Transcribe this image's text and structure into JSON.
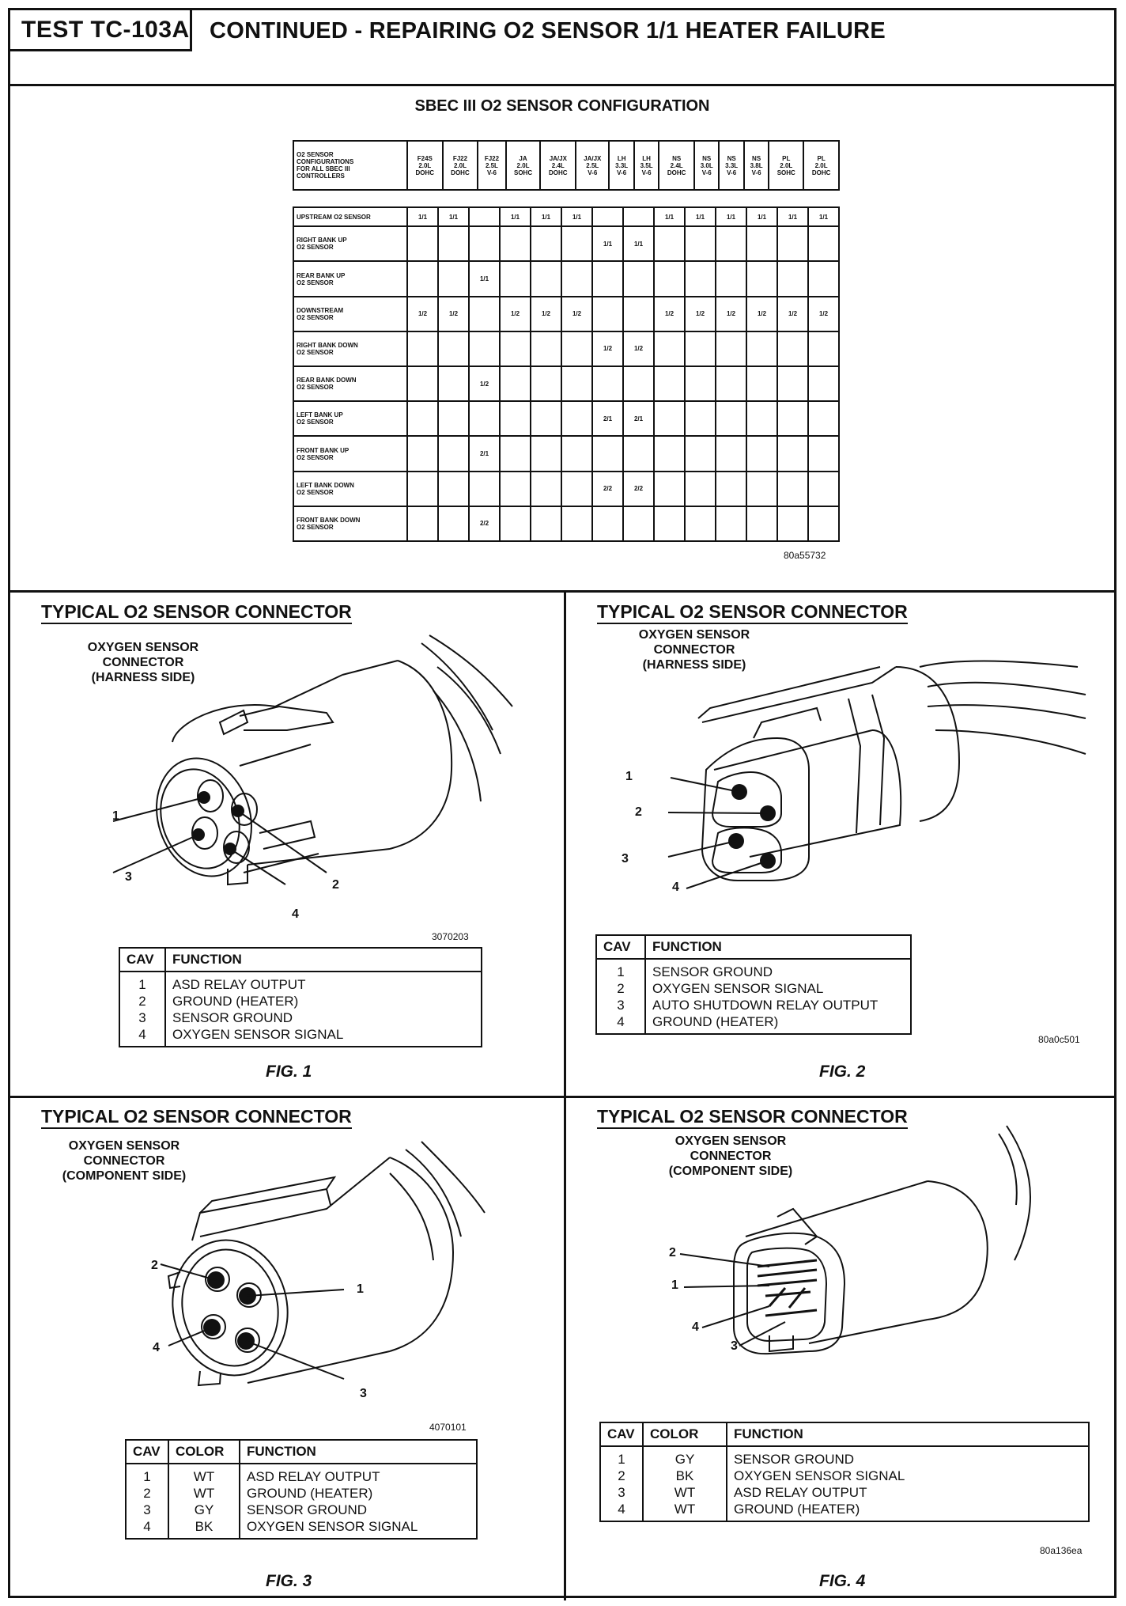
{
  "header": {
    "test_id": "TEST TC-103A",
    "title": "CONTINUED - REPAIRING O2 SENSOR 1/1 HEATER FAILURE"
  },
  "config": {
    "title": "SBEC III O2 SENSOR CONFIGURATION",
    "corner_label": [
      "O2 SENSOR",
      "CONFIGURATIONS",
      "FOR ALL SBEC III",
      "CONTROLLERS"
    ],
    "columns": [
      [
        "F24S",
        "2.0L",
        "DOHC"
      ],
      [
        "FJ22",
        "2.0L",
        "DOHC"
      ],
      [
        "FJ22",
        "2.5L",
        "V-6"
      ],
      [
        "JA",
        "2.0L",
        "SOHC"
      ],
      [
        "JA/JX",
        "2.4L",
        "DOHC"
      ],
      [
        "JA/JX",
        "2.5L",
        "V-6"
      ],
      [
        "LH",
        "3.3L",
        "V-6"
      ],
      [
        "LH",
        "3.5L",
        "V-6"
      ],
      [
        "NS",
        "2.4L",
        "DOHC"
      ],
      [
        "NS",
        "3.0L",
        "V-6"
      ],
      [
        "NS",
        "3.3L",
        "V-6"
      ],
      [
        "NS",
        "3.8L",
        "V-6"
      ],
      [
        "PL",
        "2.0L",
        "SOHC"
      ],
      [
        "PL",
        "2.0L",
        "DOHC"
      ]
    ],
    "rows": [
      {
        "label": [
          "UPSTREAM O2 SENSOR"
        ],
        "cells": [
          "1/1",
          "1/1",
          "",
          "1/1",
          "1/1",
          "1/1",
          "",
          "",
          "1/1",
          "1/1",
          "1/1",
          "1/1",
          "1/1",
          "1/1"
        ]
      },
      {
        "label": [
          "RIGHT BANK UP",
          "O2 SENSOR"
        ],
        "cells": [
          "",
          "",
          "",
          "",
          "",
          "",
          "1/1",
          "1/1",
          "",
          "",
          "",
          "",
          "",
          ""
        ]
      },
      {
        "label": [
          "REAR BANK UP",
          "O2 SENSOR"
        ],
        "cells": [
          "",
          "",
          "1/1",
          "",
          "",
          "",
          "",
          "",
          "",
          "",
          "",
          "",
          "",
          ""
        ]
      },
      {
        "label": [
          "DOWNSTREAM",
          "O2 SENSOR"
        ],
        "cells": [
          "1/2",
          "1/2",
          "",
          "1/2",
          "1/2",
          "1/2",
          "",
          "",
          "1/2",
          "1/2",
          "1/2",
          "1/2",
          "1/2",
          "1/2"
        ]
      },
      {
        "label": [
          "RIGHT BANK DOWN",
          "O2 SENSOR"
        ],
        "cells": [
          "",
          "",
          "",
          "",
          "",
          "",
          "1/2",
          "1/2",
          "",
          "",
          "",
          "",
          "",
          ""
        ]
      },
      {
        "label": [
          "REAR BANK DOWN",
          "O2 SENSOR"
        ],
        "cells": [
          "",
          "",
          "1/2",
          "",
          "",
          "",
          "",
          "",
          "",
          "",
          "",
          "",
          "",
          ""
        ]
      },
      {
        "label": [
          "LEFT BANK UP",
          "O2 SENSOR"
        ],
        "cells": [
          "",
          "",
          "",
          "",
          "",
          "",
          "2/1",
          "2/1",
          "",
          "",
          "",
          "",
          "",
          ""
        ]
      },
      {
        "label": [
          "FRONT BANK UP",
          "O2 SENSOR"
        ],
        "cells": [
          "",
          "",
          "2/1",
          "",
          "",
          "",
          "",
          "",
          "",
          "",
          "",
          "",
          "",
          ""
        ]
      },
      {
        "label": [
          "LEFT BANK DOWN",
          "O2 SENSOR"
        ],
        "cells": [
          "",
          "",
          "",
          "",
          "",
          "",
          "2/2",
          "2/2",
          "",
          "",
          "",
          "",
          "",
          ""
        ]
      },
      {
        "label": [
          "FRONT BANK DOWN",
          "O2 SENSOR"
        ],
        "cells": [
          "",
          "",
          "2/2",
          "",
          "",
          "",
          "",
          "",
          "",
          "",
          "",
          "",
          "",
          ""
        ]
      }
    ],
    "code": "80a55732"
  },
  "figures": [
    {
      "heading": "TYPICAL O2 SENSOR CONNECTOR",
      "callout": [
        "OXYGEN SENSOR",
        "CONNECTOR",
        "(HARNESS SIDE)"
      ],
      "code": "3070203",
      "caption": "FIG. 1",
      "headers": [
        "CAV",
        "FUNCTION"
      ],
      "rows": [
        [
          "1",
          "ASD RELAY OUTPUT"
        ],
        [
          "2",
          "GROUND (HEATER)"
        ],
        [
          "3",
          "SENSOR GROUND"
        ],
        [
          "4",
          "OXYGEN SENSOR SIGNAL"
        ]
      ],
      "pins": [
        "1",
        "2",
        "3",
        "4"
      ]
    },
    {
      "heading": "TYPICAL O2 SENSOR CONNECTOR",
      "callout": [
        "OXYGEN SENSOR",
        "CONNECTOR",
        "(HARNESS SIDE)"
      ],
      "code": "80a0c501",
      "caption": "FIG. 2",
      "headers": [
        "CAV",
        "FUNCTION"
      ],
      "rows": [
        [
          "1",
          "SENSOR GROUND"
        ],
        [
          "2",
          "OXYGEN SENSOR SIGNAL"
        ],
        [
          "3",
          "AUTO SHUTDOWN RELAY OUTPUT"
        ],
        [
          "4",
          "GROUND (HEATER)"
        ]
      ],
      "pins": [
        "1",
        "2",
        "3",
        "4"
      ]
    },
    {
      "heading": "TYPICAL O2 SENSOR CONNECTOR",
      "callout": [
        "OXYGEN SENSOR",
        "CONNECTOR",
        "(COMPONENT SIDE)"
      ],
      "code": "4070101",
      "caption": "FIG. 3",
      "headers": [
        "CAV",
        "COLOR",
        "FUNCTION"
      ],
      "rows": [
        [
          "1",
          "WT",
          "ASD RELAY OUTPUT"
        ],
        [
          "2",
          "WT",
          "GROUND (HEATER)"
        ],
        [
          "3",
          "GY",
          "SENSOR GROUND"
        ],
        [
          "4",
          "BK",
          "OXYGEN SENSOR SIGNAL"
        ]
      ],
      "pins": [
        "2",
        "1",
        "4",
        "3"
      ]
    },
    {
      "heading": "TYPICAL O2 SENSOR CONNECTOR",
      "callout": [
        "OXYGEN SENSOR",
        "CONNECTOR",
        "(COMPONENT SIDE)"
      ],
      "code": "80a136ea",
      "caption": "FIG. 4",
      "headers": [
        "CAV",
        "COLOR",
        "FUNCTION"
      ],
      "rows": [
        [
          "1",
          "GY",
          "SENSOR GROUND"
        ],
        [
          "2",
          "BK",
          "OXYGEN SENSOR SIGNAL"
        ],
        [
          "3",
          "WT",
          "ASD RELAY OUTPUT"
        ],
        [
          "4",
          "WT",
          "GROUND (HEATER)"
        ]
      ],
      "pins": [
        "2",
        "1",
        "4",
        "3"
      ]
    }
  ]
}
